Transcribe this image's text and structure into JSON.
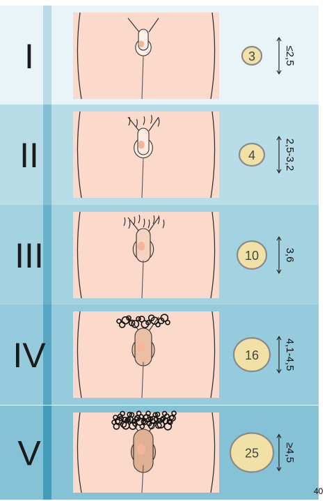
{
  "stages": [
    {
      "numeral": "I",
      "volume": "3",
      "length": "≤2,5"
    },
    {
      "numeral": "II",
      "volume": "4",
      "length": "2,5-3,2"
    },
    {
      "numeral": "III",
      "volume": "10",
      "length": "3,6"
    },
    {
      "numeral": "IV",
      "volume": "16",
      "length": "4,1-4,5"
    },
    {
      "numeral": "V",
      "volume": "25",
      "length": "≥4,5"
    }
  ],
  "scale_note": "40",
  "colors": {
    "row_backgrounds": [
      "#e9f4f8",
      "#b8dde8",
      "#a3d3e1",
      "#95cbdc",
      "#85c2d6"
    ],
    "stripe": "#2d8db0",
    "skin": "#fbdacb",
    "testis_fill": "#f1e1a6"
  },
  "icons": [
    "double-arrow-icon",
    "testis-oval-icon"
  ]
}
